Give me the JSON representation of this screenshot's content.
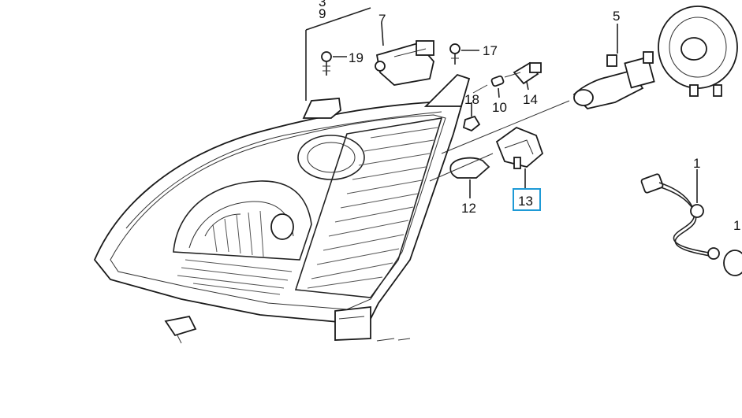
{
  "diagram": {
    "callouts": [
      {
        "id": "c3",
        "text": "3"
      },
      {
        "id": "c9",
        "text": "9"
      },
      {
        "id": "c7",
        "text": "7"
      },
      {
        "id": "c19",
        "text": "19"
      },
      {
        "id": "c17",
        "text": "17"
      },
      {
        "id": "c5",
        "text": "5"
      },
      {
        "id": "c18",
        "text": "18"
      },
      {
        "id": "c10",
        "text": "10"
      },
      {
        "id": "c14",
        "text": "14"
      },
      {
        "id": "c12",
        "text": "12"
      },
      {
        "id": "c13",
        "text": "13"
      },
      {
        "id": "c1",
        "text": "1"
      },
      {
        "id": "c1b",
        "text": "1"
      }
    ],
    "highlight": {
      "part": "13",
      "color": "#1e9ad6"
    }
  }
}
